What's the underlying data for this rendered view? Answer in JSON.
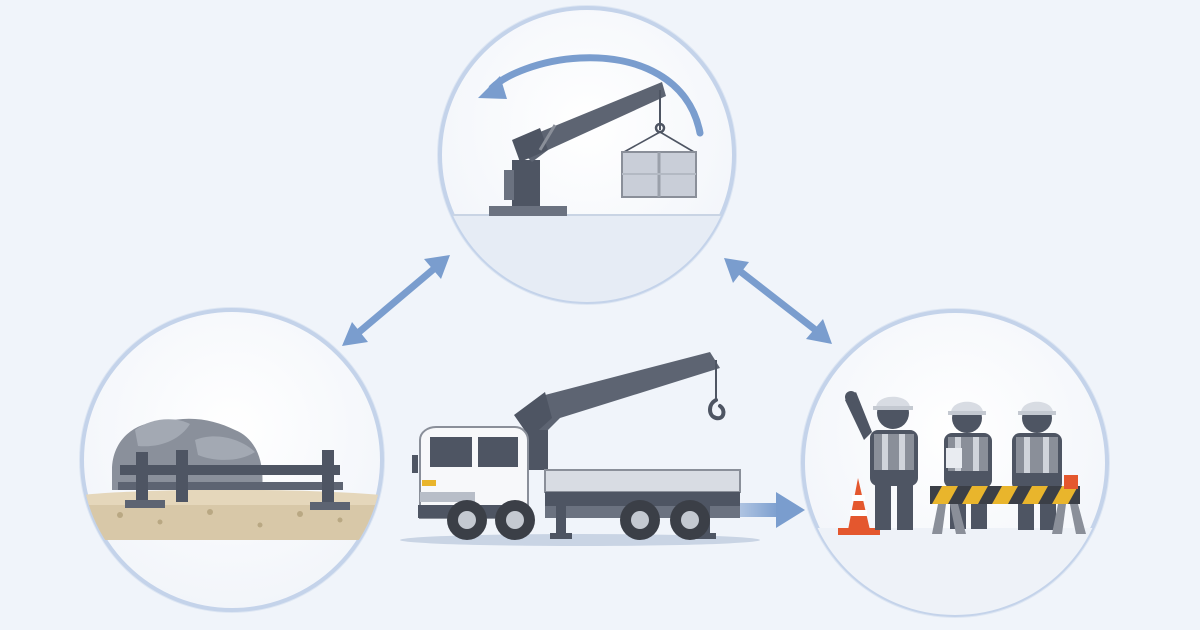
{
  "diagram": {
    "nodes": [
      {
        "id": "crane-operation",
        "icon": "crane-lifting-load-icon"
      },
      {
        "id": "site-ground-preparation",
        "icon": "ground-steel-plates-icon"
      },
      {
        "id": "site-workers-safety",
        "icon": "workers-with-barrier-icon"
      }
    ],
    "center": {
      "icon": "crane-truck-icon"
    },
    "connectors": [
      {
        "from": "crane-operation",
        "to": "site-ground-preparation",
        "style": "double-arrow"
      },
      {
        "from": "crane-operation",
        "to": "site-workers-safety",
        "style": "double-arrow"
      },
      {
        "from": "crane-truck",
        "to": "site-workers-safety",
        "style": "single-arrow"
      }
    ]
  },
  "colors": {
    "background": "#f0f4fa",
    "circle_fill": "#ffffff",
    "circle_border": "#c4d3ea",
    "arrow": "#7a9dce",
    "machine_dark": "#4e5563",
    "machine_mid": "#6b7280",
    "truck_cab": "#f7f8fa",
    "vest": "#8a8f99",
    "cone": "#e4572e",
    "barrier_yellow": "#e9b52c",
    "barrier_dark": "#3b3f47",
    "ground": "#d8c8a8"
  }
}
